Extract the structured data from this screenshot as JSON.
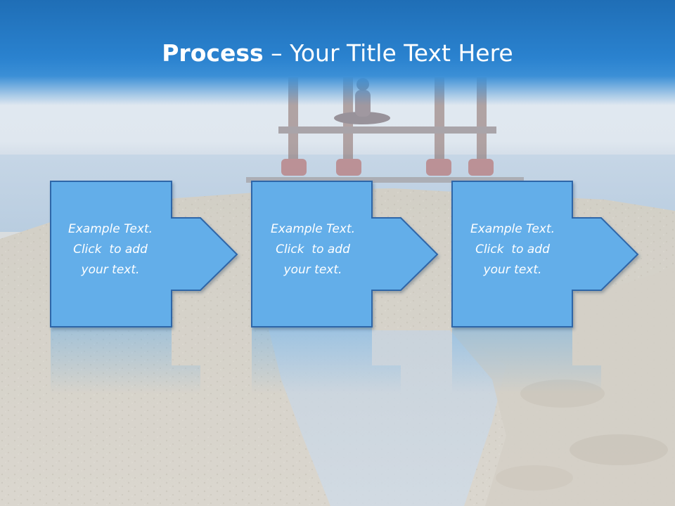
{
  "title": {
    "bold": "Process",
    "rest": " – Your Title Text Here"
  },
  "steps": [
    {
      "lines": [
        "Example Text.",
        "Click  to add",
        "your text."
      ]
    },
    {
      "lines": [
        "Example Text.",
        "Click  to add",
        "your text."
      ]
    },
    {
      "lines": [
        "Example Text.",
        "Click  to add",
        "your text."
      ]
    }
  ],
  "colors": {
    "title_bar": "#2a82cf",
    "box_fill": "#64aee9",
    "box_border": "#2f66a8",
    "text": "#ffffff"
  }
}
